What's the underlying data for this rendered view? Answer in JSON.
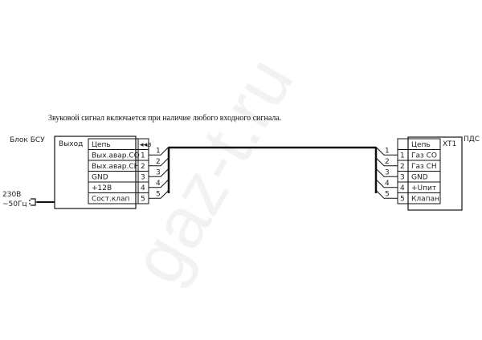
{
  "note": "Звуковой сигнал включается при наличие любого входного сигнала.",
  "watermark": "gaz-t.ru",
  "left_block": {
    "title": "Блок БСУ",
    "section": "Выход",
    "header": "Цепь",
    "power": [
      "230В",
      "~50Гц"
    ],
    "rows": [
      {
        "num": "1",
        "label": "Вых.авар.СО"
      },
      {
        "num": "2",
        "label": "Вых.авар.СН"
      },
      {
        "num": "3",
        "label": "GND"
      },
      {
        "num": "4",
        "label": "+12В"
      },
      {
        "num": "5",
        "label": "Сост.клап"
      }
    ]
  },
  "right_block": {
    "title": "ПДС",
    "connector": "XT1",
    "header": "Цепь",
    "rows": [
      {
        "num": "1",
        "label": "Газ СО"
      },
      {
        "num": "2",
        "label": "Газ СН"
      },
      {
        "num": "3",
        "label": "GND"
      },
      {
        "num": "4",
        "label": "+Uпит"
      },
      {
        "num": "5",
        "label": "Клапан"
      }
    ]
  },
  "wires": [
    "1",
    "2",
    "3",
    "4",
    "5"
  ]
}
